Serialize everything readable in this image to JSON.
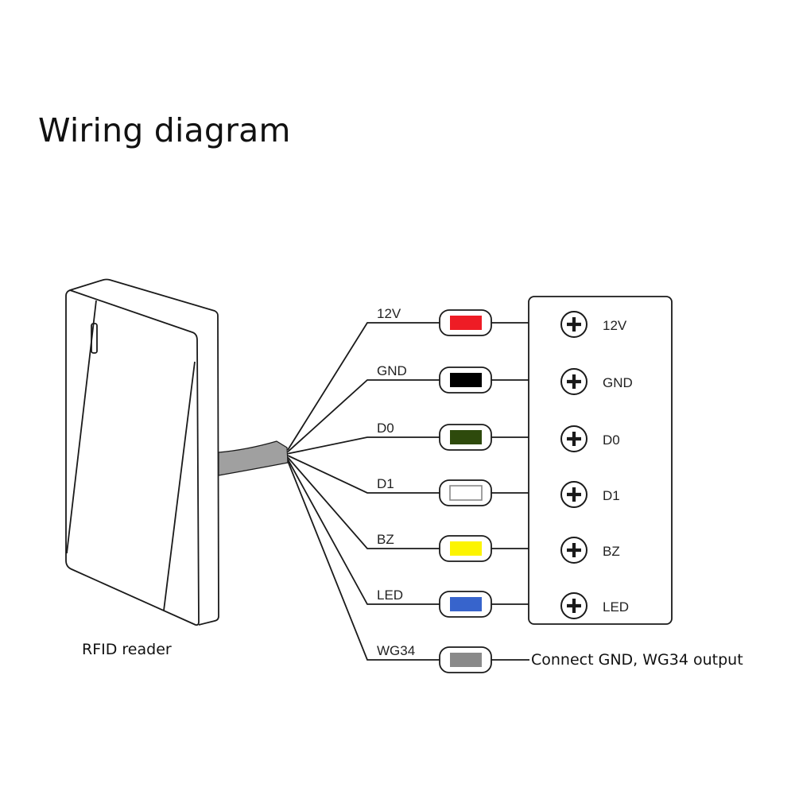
{
  "title": "Wiring diagram",
  "device": {
    "caption": "RFID reader"
  },
  "wires": [
    {
      "name": "12V",
      "color": "#ee1c25",
      "terminal": "12V"
    },
    {
      "name": "GND",
      "color": "#000000",
      "terminal": "GND"
    },
    {
      "name": "D0",
      "color": "#2e4a0c",
      "terminal": "D0"
    },
    {
      "name": "D1",
      "color": "#ffffff",
      "terminal": "D1"
    },
    {
      "name": "BZ",
      "color": "#fcf400",
      "terminal": "BZ"
    },
    {
      "name": "LED",
      "color": "#3764cc",
      "terminal": "LED"
    },
    {
      "name": "WG34",
      "color": "#8a8a8a",
      "terminal": null
    }
  ],
  "wg34_note": "Connect GND, WG34 output",
  "cable_color": "#a0a0a0"
}
